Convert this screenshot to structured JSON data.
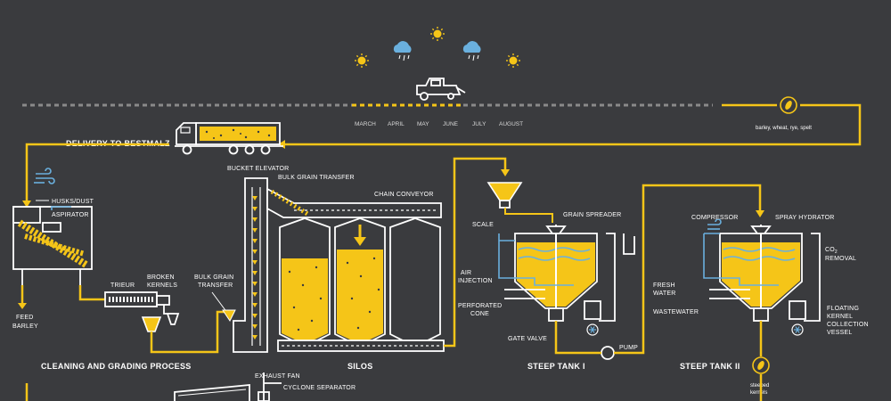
{
  "timeline": {
    "months": [
      "MARCH",
      "APRIL",
      "MAY",
      "JUNE",
      "JULY",
      "AUGUST"
    ],
    "grains": "barley, wheat, rye, spelt"
  },
  "labels": {
    "delivery": "DELIVERY TO BESTMALZ",
    "husks": "HUSKS/DUST",
    "aspirator": "ASPIRATOR",
    "feed_barley": [
      "FEED",
      "BARLEY"
    ],
    "trieur": "TRIEUR",
    "broken_kernels": [
      "BROKEN",
      "KERNELS"
    ],
    "bulk_grain_transfer_low": [
      "BULK GRAIN",
      "TRANSFER"
    ],
    "bucket_elevator": "BUCKET ELEVATOR",
    "bulk_grain_transfer_top": "BULK GRAIN TRANSFER",
    "chain_conveyor": "CHAIN CONVEYOR",
    "scale": "SCALE",
    "grain_spreader": "GRAIN SPREADER",
    "air_injection": [
      "AIR",
      "INJECTION"
    ],
    "perforated_cone": [
      "PERFORATED",
      "CONE"
    ],
    "gate_valve": "GATE VALVE",
    "pump": "PUMP",
    "compressor": "COMPRESSOR",
    "spray_hydrator": "SPRAY HYDRATOR",
    "co2_removal": [
      "CO",
      "REMOVAL"
    ],
    "co2_sub": "2",
    "fresh_water": [
      "FRESH",
      "WATER"
    ],
    "wastewater": "WASTEWATER",
    "floating_kernel": [
      "FLOATING",
      "KERNEL",
      "COLLECTION",
      "VESSEL"
    ],
    "steeped_kernels": [
      "steeped",
      "kernels"
    ],
    "exhaust_fan": "EXHAUST FAN",
    "cyclone_separator": "CYCLONE SEPARATOR"
  },
  "sections": {
    "cleaning": "CLEANING AND GRADING PROCESS",
    "silos": "SILOS",
    "steep1": "STEEP TANK I",
    "steep2": "STEEP TANK II"
  },
  "icons": [
    "sun-icon",
    "cloud-rain-icon",
    "combine-harvester-icon",
    "grain-kernel-icon",
    "truck-icon",
    "wind-icon",
    "snowflake-icon"
  ],
  "colors": {
    "background": "#3a3b3e",
    "flow": "#f5c518",
    "machine": "#ffffff",
    "water": "#6ab0de"
  }
}
